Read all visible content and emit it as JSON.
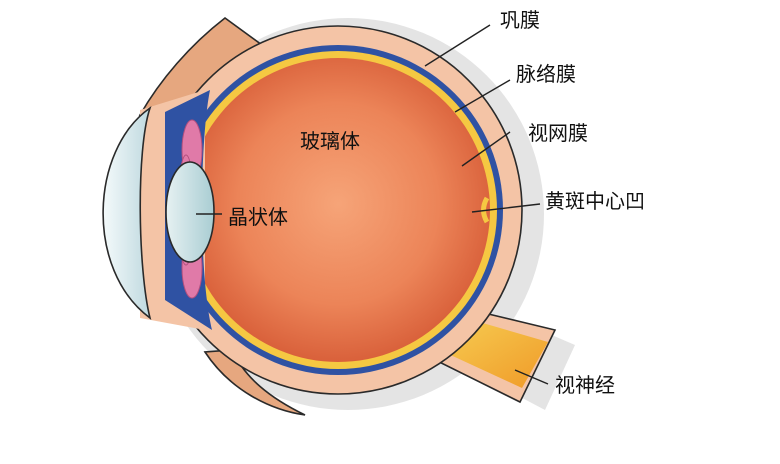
{
  "labels": {
    "sclera": "巩膜",
    "choroid": "脉络膜",
    "retina": "视网膜",
    "vitreous": "玻璃体",
    "lens": "晶状体",
    "fovea": "黄斑中心凹",
    "optic_nerve": "视神经"
  },
  "colors": {
    "sclera": "#f4c4a6",
    "choroid": "#2f52a3",
    "retina": "#f5c842",
    "vitreous_center": "#f29a6c",
    "vitreous_edge": "#d9623c",
    "cornea": "#dfeef2",
    "lens": "#c9dfe2",
    "ciliary": "#e07aa8",
    "eyelid": "#e6a77f",
    "optic_nerve": "#f0a030"
  }
}
